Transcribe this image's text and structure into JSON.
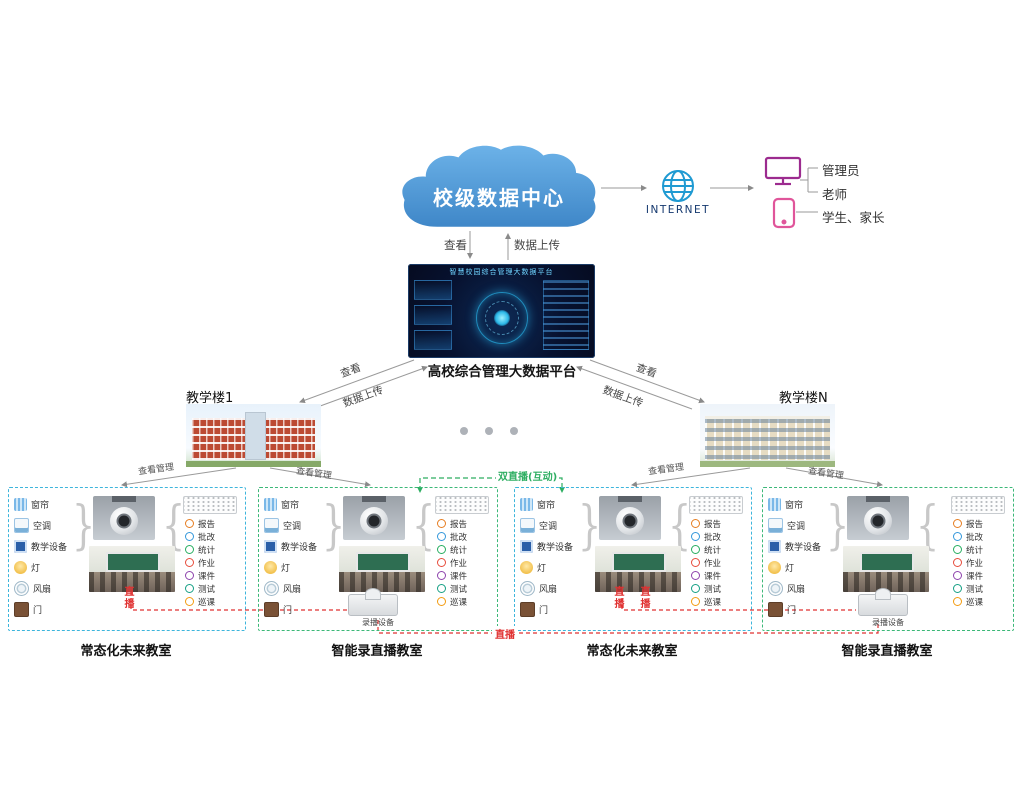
{
  "header": {
    "cloud_label": "校级数据中心",
    "internet_label": "INTERNET",
    "users": [
      "管理员",
      "老师",
      "学生、家长"
    ]
  },
  "links": {
    "view": "查看",
    "upload": "数据上传",
    "manage": "查看管理",
    "live": "直播",
    "dual_live": "双直播(互动)"
  },
  "platform": {
    "screen_title": "智慧校园综合管理大数据平台",
    "caption": "高校综合管理大数据平台"
  },
  "buildings": [
    {
      "label": "教学楼1"
    },
    {
      "label": "教学楼N"
    }
  ],
  "classrooms": [
    {
      "label": "常态化未来教室",
      "type": "normal"
    },
    {
      "label": "智能录直播教室",
      "type": "recording"
    },
    {
      "label": "常态化未来教室",
      "type": "normal"
    },
    {
      "label": "智能录直播教室",
      "type": "recording"
    }
  ],
  "devices": [
    {
      "label": "窗帘",
      "icon": "curtain-icon"
    },
    {
      "label": "空调",
      "icon": "ac-icon"
    },
    {
      "label": "教学设备",
      "icon": "teaching-device-icon"
    },
    {
      "label": "灯",
      "icon": "light-icon"
    },
    {
      "label": "风扇",
      "icon": "fan-icon"
    },
    {
      "label": "门",
      "icon": "door-icon"
    }
  ],
  "functions": [
    {
      "label": "报告",
      "icon": "report-icon"
    },
    {
      "label": "批改",
      "icon": "grading-icon"
    },
    {
      "label": "统计",
      "icon": "statistics-icon"
    },
    {
      "label": "作业",
      "icon": "homework-icon"
    },
    {
      "label": "课件",
      "icon": "courseware-icon"
    },
    {
      "label": "测试",
      "icon": "test-icon"
    },
    {
      "label": "巡课",
      "icon": "patrol-icon"
    }
  ],
  "recorder_label": "录播设备",
  "colors": {
    "cloud": "#4f9ad8",
    "blue_box": "#3db5dc",
    "green_box": "#3cb878",
    "live_red": "#e03131",
    "dual_green": "#2eae62"
  }
}
